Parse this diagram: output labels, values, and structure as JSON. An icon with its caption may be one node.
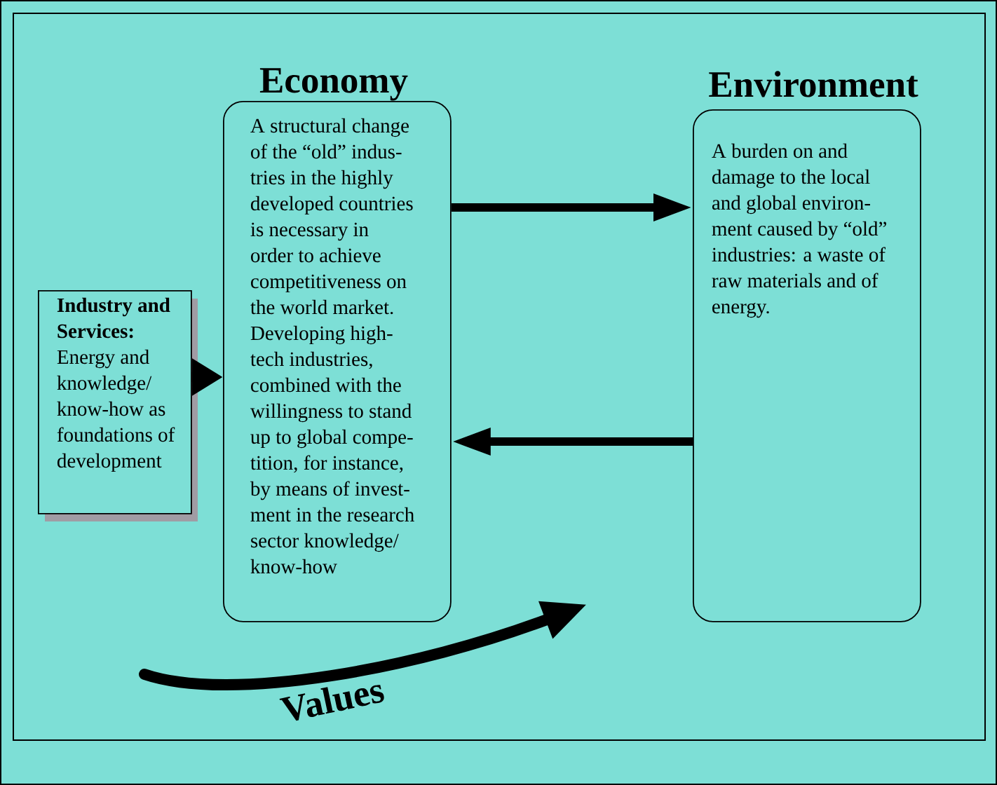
{
  "diagram": {
    "nodes": [
      {
        "text": [
          "Industry and Services:",
          "Energy and knowledge/ know-how as foundations of development"
        ]
      },
      {
        "text": [
          "Economy",
          "A structural change of the “old” indus- tries in the highly developed countries is necessary in order to achieve competitiveness on the world market. Developing high- tech industries, combined with the willingness to stand up to global compe- tition, for instance, by means of invest- ment in the research sector knowledge/ know-how"
        ]
      },
      {
        "text": [
          "Environment",
          "A burden on and damage to the local and global environ- ment caused by “old” industries: a waste of raw materials and of energy."
        ]
      }
    ],
    "edges": [
      {
        "from": 0,
        "to": 1,
        "arrow": "to"
      },
      {
        "from": 1,
        "to": 2,
        "arrow": "to"
      },
      {
        "from": 2,
        "to": 1,
        "arrow": "to"
      }
    ],
    "labels": [
      "Values"
    ]
  }
}
